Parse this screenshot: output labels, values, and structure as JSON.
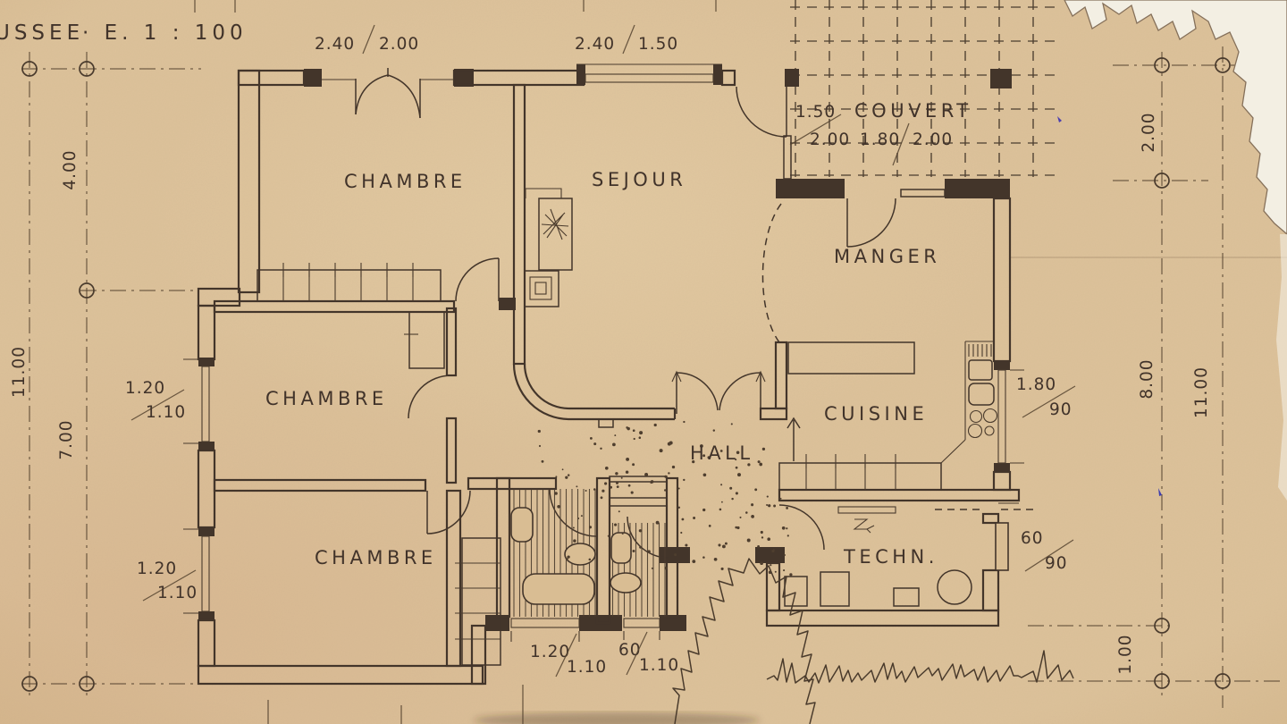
{
  "title": {
    "fragment": "USSEE",
    "scale": "· E. 1 : 100"
  },
  "rooms": {
    "chambre_top": "CHAMBRE",
    "sejour": "SEJOUR",
    "manger": "MANGER",
    "chambre_mid": "CHAMBRE",
    "cuisine": "CUISINE",
    "hall": "HALL",
    "chambre_bottom": "CHAMBRE",
    "techn": "TECHN.",
    "couvert": "COUVERT"
  },
  "dims": {
    "top_left_window": {
      "a": "2.40",
      "b": "2.00"
    },
    "sejour_window": {
      "a": "2.40",
      "b": "1.50"
    },
    "couvert_left": {
      "a": "1.50",
      "b": "2.00"
    },
    "couvert_main": {
      "a": "1.80",
      "b": "2.00"
    },
    "left_mid_window": {
      "a": "1.20",
      "b": "1.10"
    },
    "left_bottom_window": {
      "a": "1.20",
      "b": "1.10"
    },
    "kitchen_window": {
      "a": "1.80",
      "b": "90"
    },
    "techn_door": {
      "a": "60",
      "b": "90"
    },
    "bath_window": {
      "a": "1.20",
      "b": "1.10"
    },
    "wc_window": {
      "a": "60",
      "b": "1.10"
    }
  },
  "axes": {
    "left_outer": "11.00",
    "left_top": "4.00",
    "left_bottom": "7.00",
    "right_top": "2.00",
    "right_mid": "8.00",
    "right_outer": "11.00",
    "right_bottom": "1.00"
  },
  "colors": {
    "paper": "#d8bd93",
    "ink": "#43352a",
    "torn_paper": "#f3efe3"
  }
}
